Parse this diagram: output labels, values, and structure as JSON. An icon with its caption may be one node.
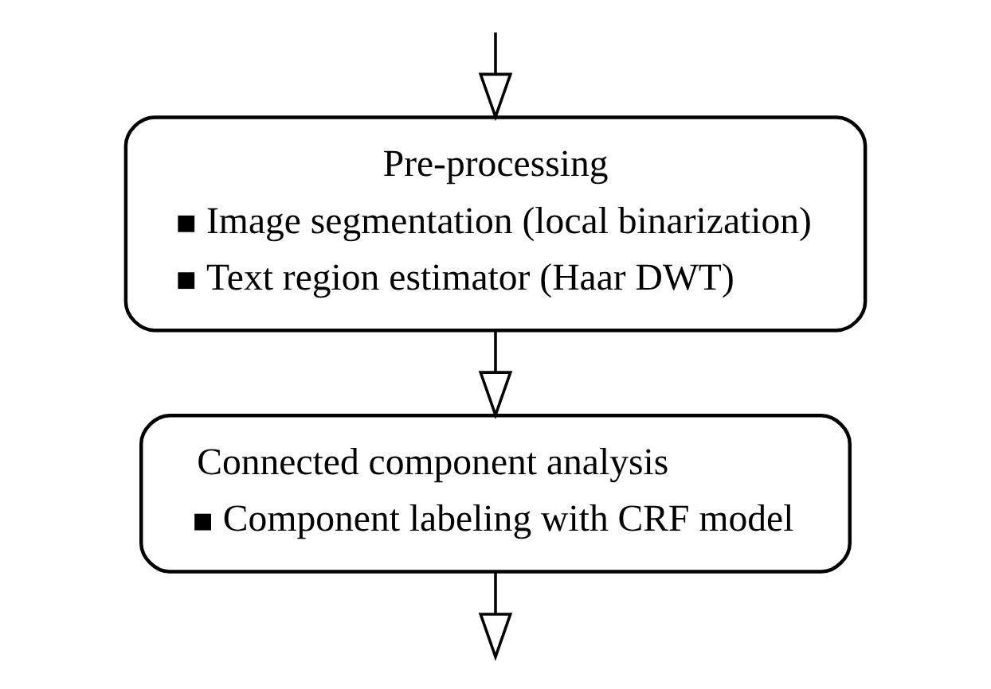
{
  "diagram": {
    "nodes": [
      {
        "text": [
          "Pre-processing",
          "Image segmentation (local binarization)",
          "Text region estimator (Haar DWT)"
        ]
      },
      {
        "text": [
          "Connected component analysis",
          "Component labeling with CRF model"
        ]
      }
    ],
    "edges": [
      {
        "from": null,
        "to": 0,
        "arrow": "to"
      },
      {
        "from": 0,
        "to": 1,
        "arrow": "to"
      },
      {
        "from": 1,
        "to": null,
        "arrow": "to"
      }
    ]
  }
}
